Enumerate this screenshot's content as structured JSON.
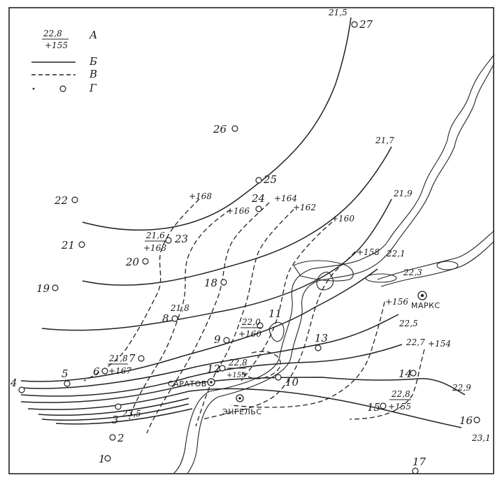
{
  "legend": [
    {
      "key": "А",
      "top": "22,8",
      "bottom": "+155",
      "kind": "fraction"
    },
    {
      "key": "Б",
      "kind": "solid-line"
    },
    {
      "key": "В",
      "kind": "dashed-line"
    },
    {
      "key": "Г",
      "kind": "well-circle"
    }
  ],
  "cities": {
    "saratov": "САРАТОВ",
    "engels": "ЭНГЕЛЬС",
    "marks": "МАРКС"
  },
  "wells": [
    "1",
    "2",
    "3",
    "4",
    "5",
    "6",
    "7",
    "8",
    "9",
    "10",
    "11",
    "12",
    "13",
    "14",
    "15",
    "16",
    "17",
    "18",
    "19",
    "20",
    "21",
    "22",
    "23",
    "24",
    "25",
    "26",
    "27"
  ],
  "solid_labels": [
    "21,5",
    "21,7",
    "21,9",
    "22,1",
    "22,3",
    "22,5",
    "22,7",
    "22,9",
    "23,1",
    "23,5"
  ],
  "dashed_labels": [
    "+168",
    "+166",
    "+164",
    "+162",
    "+160",
    "+158",
    "+156",
    "+154"
  ],
  "well_fractions": [
    {
      "top": "21,6",
      "bottom": "+168"
    },
    {
      "top": "21,8",
      "bottom": ""
    },
    {
      "top": "21,8",
      "bottom": "+167"
    },
    {
      "top": "22,0",
      "bottom": "+160"
    },
    {
      "top": "22,8",
      "bottom": "+159"
    },
    {
      "top": "22,8",
      "bottom": "+155"
    }
  ]
}
